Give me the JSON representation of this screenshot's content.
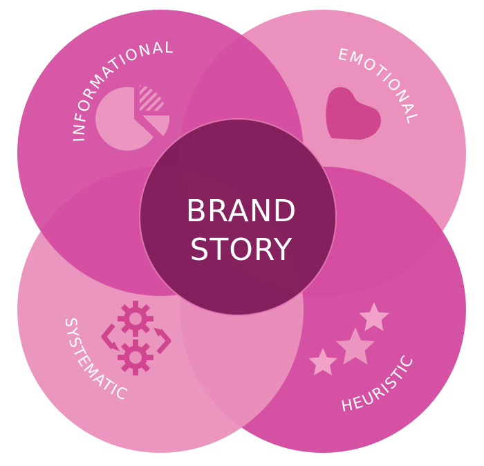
{
  "center": {
    "line1": "BRAND",
    "line2": "STORY",
    "color": "#821E5C",
    "border_color": "#E678B4"
  },
  "quadrants": [
    {
      "id": "informational",
      "label": "INFORMATIONAL",
      "icon": "pie-chart-icon",
      "fill": "#D34A9F",
      "icon_color": "#EB96C0"
    },
    {
      "id": "emotional",
      "label": "EMOTIONAL",
      "icon": "heart-icon",
      "fill": "#EA90BC",
      "icon_color": "#CF468E"
    },
    {
      "id": "systematic",
      "label": "SYSTEMATIC",
      "icon": "gears-cycle-icon",
      "fill": "#EA90BC",
      "icon_color": "#CF468E"
    },
    {
      "id": "heuristic",
      "label": "HEURISTIC",
      "icon": "stars-icon",
      "fill": "#D34A9F",
      "icon_color": "#F0A2C8"
    }
  ]
}
